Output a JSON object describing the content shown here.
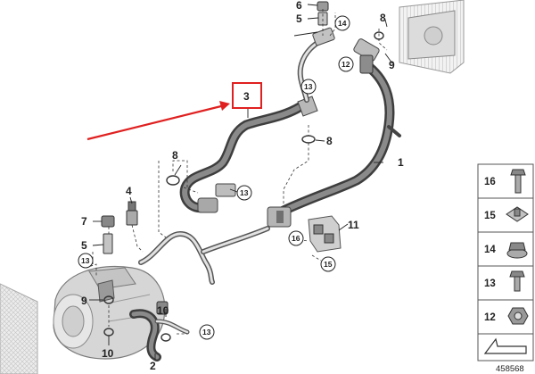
{
  "part_number": "458568",
  "highlight_color": "#e02020",
  "callouts": {
    "c1": "1",
    "c2": "2",
    "c3": "3",
    "c6": "6",
    "c5a": "5",
    "c14a": "14",
    "c8a": "8",
    "c12a": "12",
    "c9a": "9",
    "c13a": "13",
    "c8b": "8",
    "c8c": "8",
    "c13b": "13",
    "c4": "4",
    "c7": "7",
    "c5b": "5",
    "c13c": "13",
    "c9b": "9",
    "c10a": "10",
    "c10b": "10",
    "c13d": "13",
    "c11": "11",
    "c16": "16",
    "c15": "15"
  },
  "legend": [
    {
      "num": "16",
      "icon": "long-bolt-icon"
    },
    {
      "num": "15",
      "icon": "square-nut-icon"
    },
    {
      "num": "14",
      "icon": "flange-nut-icon"
    },
    {
      "num": "13",
      "icon": "bolt-icon"
    },
    {
      "num": "12",
      "icon": "hex-nut-icon"
    },
    {
      "num": "",
      "icon": "direction-arrow-icon"
    }
  ]
}
